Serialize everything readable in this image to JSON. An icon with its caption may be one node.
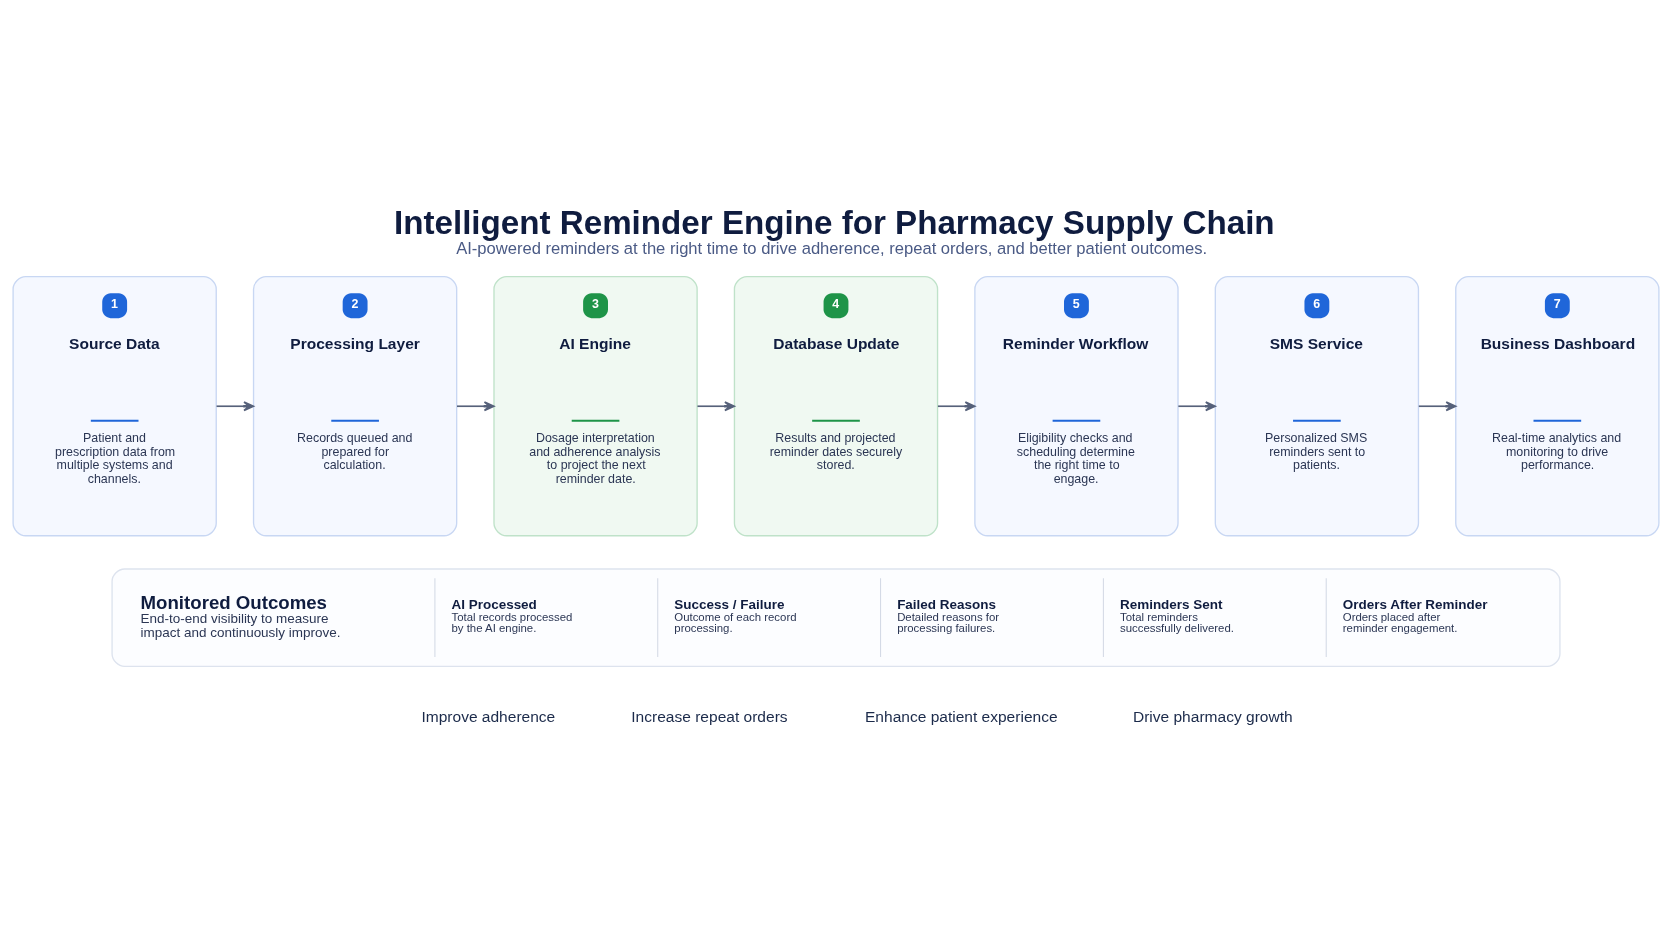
{
  "diagram": {
    "title": "Intelligent Reminder Engine for Pharmacy Supply Chain",
    "caption": "AI-powered reminders at the right time to drive adherence, repeat orders, and better patient outcomes.",
    "nodes": [
      {
        "text": [
          "1",
          "Source Data",
          "Patient and prescription data from multiple systems and channels."
        ]
      },
      {
        "text": [
          "2",
          "Processing Layer",
          "Records queued and prepared for calculation."
        ]
      },
      {
        "text": [
          "3",
          "AI Engine",
          "Dosage interpretation and adherence analysis to project the next reminder date."
        ]
      },
      {
        "text": [
          "4",
          "Database Update",
          "Results and projected reminder dates securely stored."
        ]
      },
      {
        "text": [
          "5",
          "Reminder Workflow",
          "Eligibility checks and scheduling determine the right time to engage."
        ]
      },
      {
        "text": [
          "6",
          "SMS Service",
          "Personalized SMS reminders sent to patients."
        ]
      },
      {
        "text": [
          "7",
          "Business Dashboard",
          "Real-time analytics and monitoring to drive performance."
        ]
      },
      {
        "text": [
          "Monitored Outcomes",
          "End-to-end visibility to measure impact and continuously improve.",
          "AI Processed",
          "Total records processed by the AI engine.",
          "Success / Failure",
          "Outcome of each record processing.",
          "Failed Reasons",
          "Detailed reasons for processing failures.",
          "Reminders Sent",
          "Total reminders successfully delivered.",
          "Orders After Reminder",
          "Orders placed after reminder engagement."
        ]
      }
    ],
    "edges": [
      {
        "from": 0,
        "to": 1,
        "arrow": "to"
      },
      {
        "from": 1,
        "to": 2,
        "arrow": "to"
      },
      {
        "from": 2,
        "to": 3,
        "arrow": "to"
      },
      {
        "from": 3,
        "to": 4,
        "arrow": "to"
      },
      {
        "from": 4,
        "to": 5,
        "arrow": "to"
      },
      {
        "from": 5,
        "to": 6,
        "arrow": "to"
      }
    ],
    "labels": [
      "Improve adherence",
      "Increase repeat orders",
      "Enhance patient experience",
      "Drive pharmacy growth"
    ]
  }
}
